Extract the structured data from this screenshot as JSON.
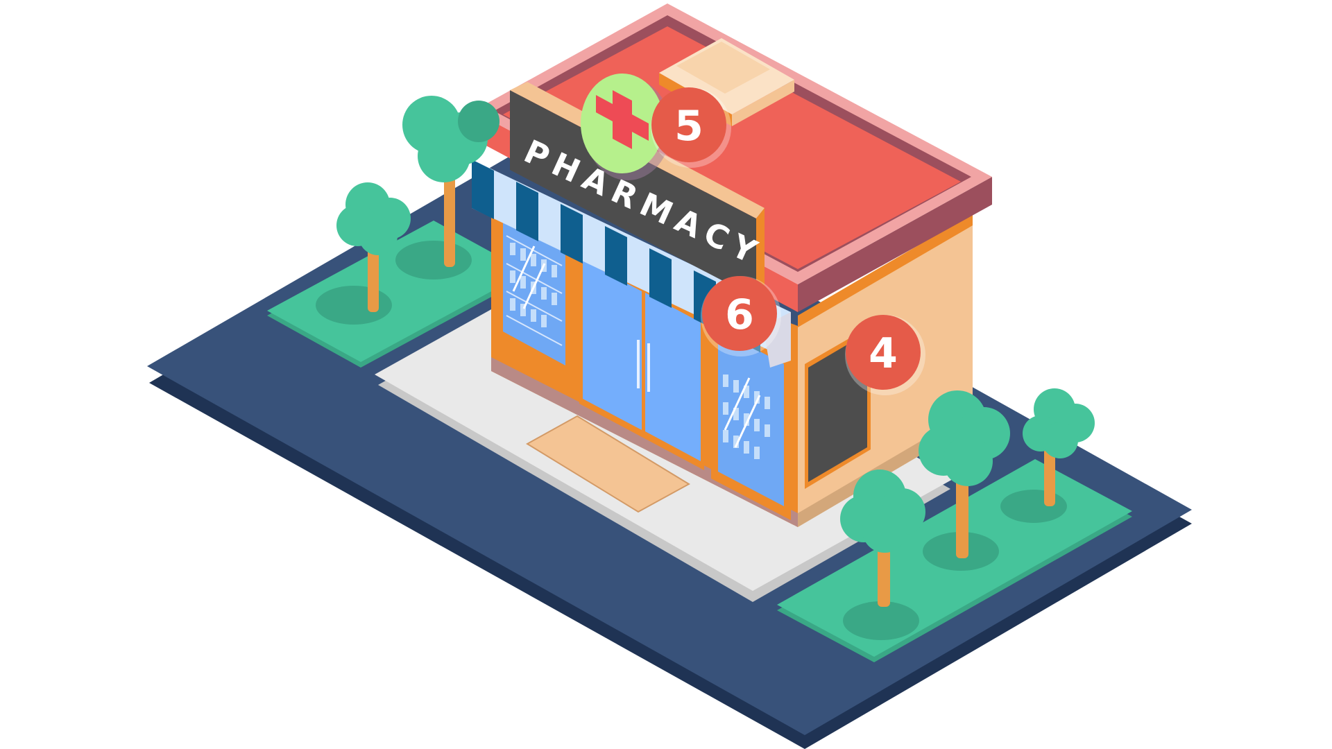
{
  "sign": {
    "label": "PHARMACY"
  },
  "markers": [
    {
      "id": "marker-5",
      "label": "5"
    },
    {
      "id": "marker-6",
      "label": "6"
    },
    {
      "id": "marker-4",
      "label": "4"
    }
  ],
  "colors": {
    "street": "#38527a",
    "street_edge": "#1f3354",
    "grass": "#46c49b",
    "grass_shadow": "#3aa886",
    "sidewalk": "#e6e6e6",
    "sidewalk_edge": "#c8c8c8",
    "roof": "#ef6258",
    "roof_rim": "#f1a4a4",
    "roof_rim_dark": "#9c4f5d",
    "wall_right": "#f4c494",
    "frame_orange": "#ee8a2a",
    "window_blue": "#6fa8f4",
    "door_blue": "#74aefc",
    "awning_navy": "#0f5f8f",
    "awning_light": "#cfe4fb",
    "sign_board": "#4d4d4d",
    "cross_bg": "#b6f08c",
    "cross_red": "#ee4b55",
    "badge_red": "#e55b49",
    "tree_green": "#46c49b",
    "trunk_orange": "#e89a46",
    "doormat": "#f4c494"
  }
}
